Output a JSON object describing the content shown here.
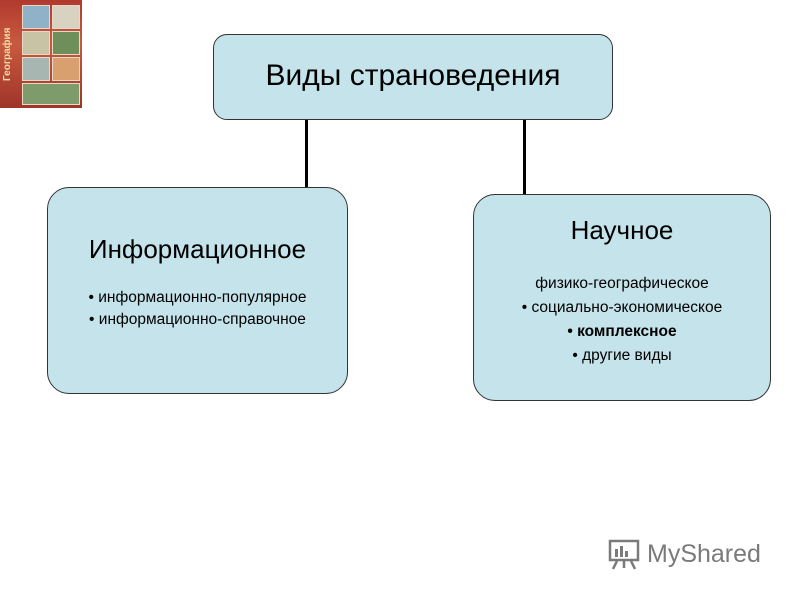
{
  "root": {
    "title": "Виды страноведения"
  },
  "left": {
    "title": "Информационное",
    "items": [
      "• информационно-популярное",
      "• информационно-справочное"
    ]
  },
  "right": {
    "title": "Научное",
    "items": [
      "физико-географическое",
      "• социально-экономическое",
      "• комплексное",
      "• другие виды"
    ]
  },
  "book_cover": {
    "spine_text": "География"
  },
  "watermark": {
    "text": "MyShared",
    "icon": "presentation-board-icon"
  },
  "colors": {
    "node_fill": "#c4e3ea",
    "border": "#333333",
    "connector": "#000000"
  }
}
